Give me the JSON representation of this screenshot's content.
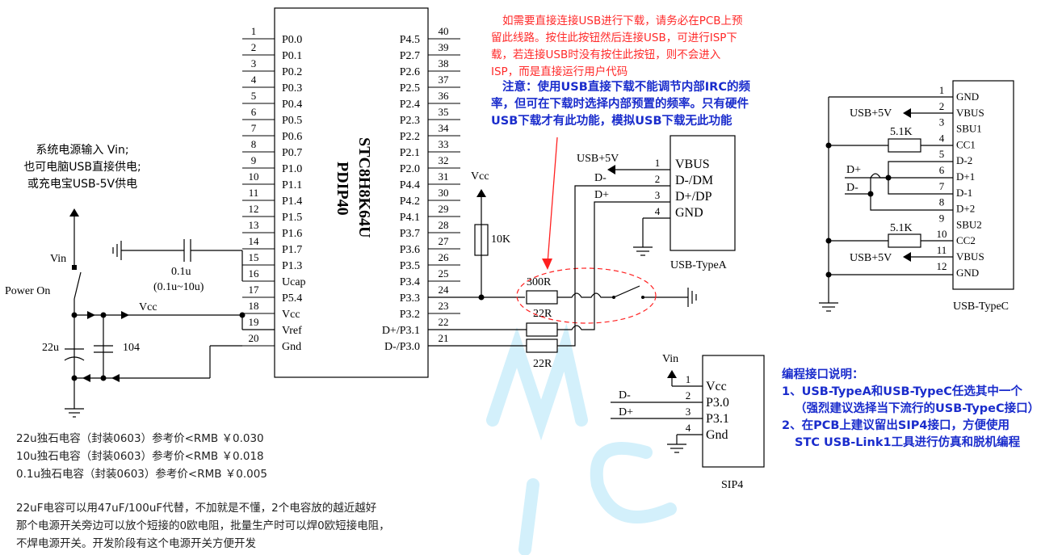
{
  "mcu": {
    "name": "STC8H8K64U",
    "package": "PDIP40",
    "left_pins": [
      {
        "n": "1",
        "label": "P0.0"
      },
      {
        "n": "2",
        "label": "P0.1"
      },
      {
        "n": "3",
        "label": "P0.2"
      },
      {
        "n": "4",
        "label": "P0.3"
      },
      {
        "n": "5",
        "label": "P0.4"
      },
      {
        "n": "6",
        "label": "P0.5"
      },
      {
        "n": "7",
        "label": "P0.6"
      },
      {
        "n": "8",
        "label": "P0.7"
      },
      {
        "n": "9",
        "label": "P1.0"
      },
      {
        "n": "10",
        "label": "P1.1"
      },
      {
        "n": "11",
        "label": "P1.4"
      },
      {
        "n": "12",
        "label": "P1.5"
      },
      {
        "n": "13",
        "label": "P1.6"
      },
      {
        "n": "14",
        "label": "P1.7"
      },
      {
        "n": "15",
        "label": "P1.3"
      },
      {
        "n": "16",
        "label": "Ucap"
      },
      {
        "n": "17",
        "label": "P5.4"
      },
      {
        "n": "18",
        "label": "Vcc"
      },
      {
        "n": "19",
        "label": "Vref"
      },
      {
        "n": "20",
        "label": "Gnd"
      }
    ],
    "right_pins": [
      {
        "n": "40",
        "label": "P4.5"
      },
      {
        "n": "39",
        "label": "P2.7"
      },
      {
        "n": "38",
        "label": "P2.6"
      },
      {
        "n": "37",
        "label": "P2.5"
      },
      {
        "n": "36",
        "label": "P2.4"
      },
      {
        "n": "35",
        "label": "P2.3"
      },
      {
        "n": "34",
        "label": "P2.2"
      },
      {
        "n": "33",
        "label": "P2.1"
      },
      {
        "n": "32",
        "label": "P2.0"
      },
      {
        "n": "31",
        "label": "P4.4"
      },
      {
        "n": "30",
        "label": "P4.2"
      },
      {
        "n": "29",
        "label": "P4.1"
      },
      {
        "n": "28",
        "label": "P3.7"
      },
      {
        "n": "27",
        "label": "P3.6"
      },
      {
        "n": "26",
        "label": "P3.5"
      },
      {
        "n": "25",
        "label": "P3.4"
      },
      {
        "n": "24",
        "label": "P3.3"
      },
      {
        "n": "23",
        "label": "P3.2"
      },
      {
        "n": "22",
        "label": "D+/P3.1"
      },
      {
        "n": "21",
        "label": "D-/P3.0"
      }
    ]
  },
  "power": {
    "input_lines": [
      "系统电源输入 Vin;",
      "也可电脑USB直接供电;",
      "或充电宝USB-5V供电"
    ],
    "vin": "Vin",
    "power_on": "Power On",
    "vcc": "Vcc",
    "cap_22u": "22u",
    "cap_104": "104",
    "ucap_value": "0.1u",
    "ucap_range": "(0.1u~10u)"
  },
  "usb_circuit": {
    "vcc": "Vcc",
    "r_pullup": "10K",
    "r_300": "300R",
    "r_22_top": "22R",
    "r_22_bottom": "22R",
    "usb5v": "USB+5V",
    "d_minus": "D-",
    "d_plus": "D+"
  },
  "usb_typea": {
    "title": "USB-TypeA",
    "pins": [
      {
        "n": "1",
        "label": "VBUS"
      },
      {
        "n": "2",
        "label": "D-/DM"
      },
      {
        "n": "3",
        "label": "D+/DP"
      },
      {
        "n": "4",
        "label": "GND"
      }
    ]
  },
  "usb_typec": {
    "title": "USB-TypeC",
    "usb5v_top": "USB+5V",
    "usb5v_bottom": "USB+5V",
    "r_top": "5.1K",
    "r_bottom": "5.1K",
    "d_plus": "D+",
    "d_minus": "D-",
    "pins": [
      {
        "n": "1",
        "label": "GND"
      },
      {
        "n": "2",
        "label": "VBUS"
      },
      {
        "n": "3",
        "label": "SBU1"
      },
      {
        "n": "4",
        "label": "CC1"
      },
      {
        "n": "5",
        "label": "D-2"
      },
      {
        "n": "6",
        "label": "D+1"
      },
      {
        "n": "7",
        "label": "D-1"
      },
      {
        "n": "8",
        "label": "D+2"
      },
      {
        "n": "9",
        "label": "SBU2"
      },
      {
        "n": "10",
        "label": "CC2"
      },
      {
        "n": "11",
        "label": "VBUS"
      },
      {
        "n": "12",
        "label": "GND"
      }
    ]
  },
  "sip4": {
    "title": "SIP4",
    "vin": "Vin",
    "d_minus": "D-",
    "d_plus": "D+",
    "pins": [
      {
        "n": "1",
        "label": "Vcc"
      },
      {
        "n": "2",
        "label": "P3.0"
      },
      {
        "n": "3",
        "label": "P3.1"
      },
      {
        "n": "4",
        "label": "Gnd"
      }
    ]
  },
  "notes": {
    "red_lines": [
      "如需要直接连接USB进行下载，请务必在PCB上预",
      "留此线路。按住此按钮然后连接USB，可进行ISP下",
      "载，若连接USB时没有按住此按钮，则不会进入",
      "ISP，而是直接运行用户代码"
    ],
    "blue_warning_lines": [
      "注意：使用USB直接下载不能调节内部IRC的频",
      "率，但可在下载时选择内部预置的频率。只有硬件",
      "USB下载才有此功能，模拟USB下载无此功能"
    ],
    "programming_lines": [
      "编程接口说明：",
      "1、USB-TypeA和USB-TypeC任选其中一个",
      "（强烈建议选择当下流行的USB-TypeC接口）",
      "2、在PCB上建议留出SIP4接口，方便使用",
      "STC USB-Link1工具进行仿真和脱机编程"
    ],
    "cap_price_lines": [
      "22u独石电容（封装0603）参考价<RMB ￥0.030",
      "10u独石电容（封装0603）参考价<RMB ￥0.018",
      "0.1u独石电容（封装0603）参考价<RMB ￥0.005"
    ],
    "tip_lines": [
      "22uF电容可以用47uF/100uF代替，不加就是不懂，2个电容放的越近越好",
      "那个电源开关旁边可以放个短接的0欧电阻，批量生产时可以焊0欧短接电阻，",
      "不焊电源开关。开发阶段有这个电源开关方便开发"
    ]
  },
  "colors": {
    "wire": "#000000",
    "red_note": "#ff2a2a",
    "blue_note": "#1a2ccc",
    "highlight_circle": "#ff2020",
    "arrow": "#ff2020",
    "watermark": "#cfeefb"
  }
}
